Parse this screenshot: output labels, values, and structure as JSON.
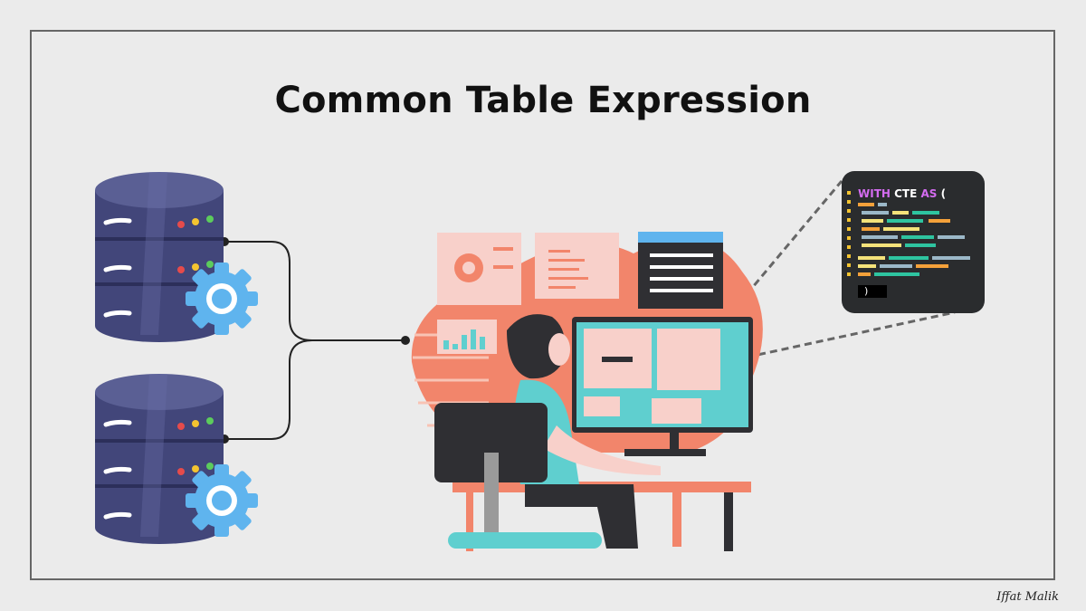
{
  "title": "Common Table Expression",
  "code_snippet": {
    "keyword_with": "WITH",
    "cte_name": "CTE",
    "keyword_as": "AS",
    "open_paren": "(",
    "close_paren": ")"
  },
  "signature": "Iffat Malik",
  "colors": {
    "background": "#ebebeb",
    "database": "#4a4f7f",
    "gear": "#5fb4ee",
    "accent": "#f2856b",
    "screen": "#5fcfcf",
    "code_bg": "#2a2c2e",
    "keyword": "#d46cf0"
  },
  "icons": [
    "database-icon",
    "gear-icon",
    "developer-illustration",
    "code-panel"
  ]
}
